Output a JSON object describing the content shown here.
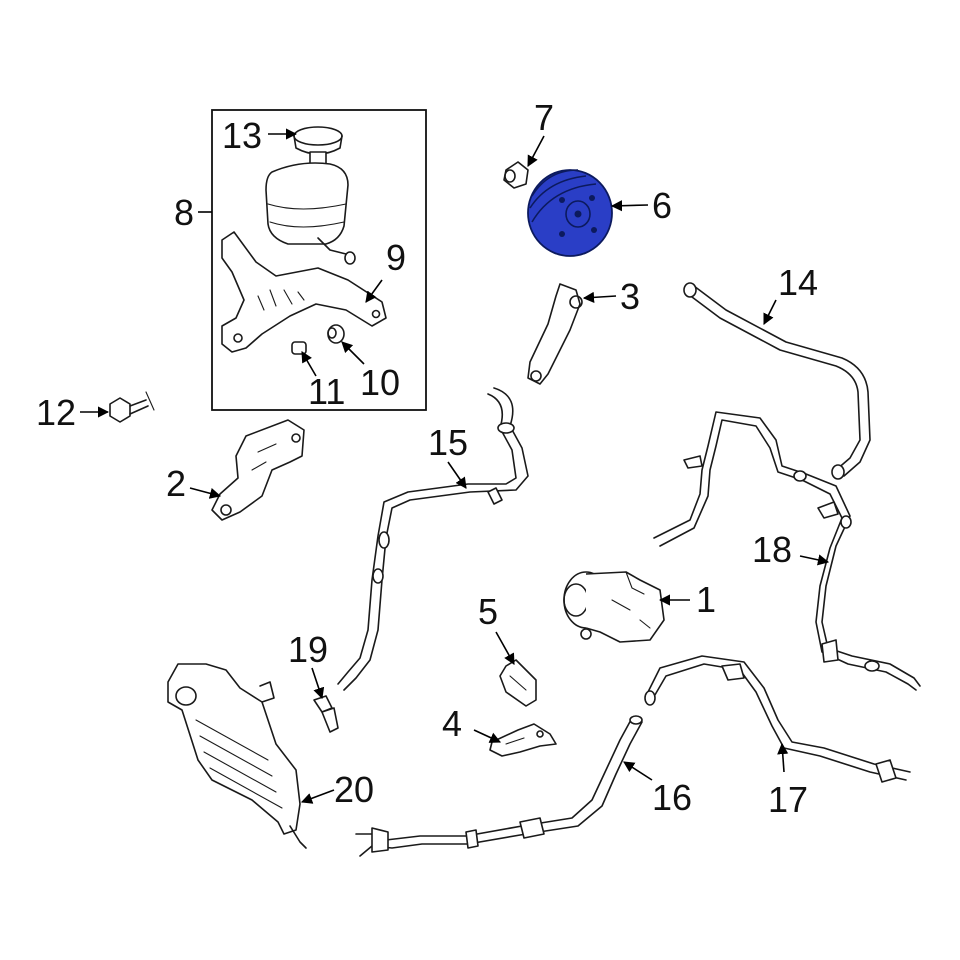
{
  "diagram": {
    "highlight_color": "#2a3ec6",
    "callouts": [
      {
        "id": "c1",
        "label": "1"
      },
      {
        "id": "c2",
        "label": "2"
      },
      {
        "id": "c3",
        "label": "3"
      },
      {
        "id": "c4",
        "label": "4"
      },
      {
        "id": "c5",
        "label": "5"
      },
      {
        "id": "c6",
        "label": "6"
      },
      {
        "id": "c7",
        "label": "7"
      },
      {
        "id": "c8",
        "label": "8"
      },
      {
        "id": "c9",
        "label": "9"
      },
      {
        "id": "c10",
        "label": "10"
      },
      {
        "id": "c11",
        "label": "11"
      },
      {
        "id": "c12",
        "label": "12"
      },
      {
        "id": "c13",
        "label": "13"
      },
      {
        "id": "c14",
        "label": "14"
      },
      {
        "id": "c15",
        "label": "15"
      },
      {
        "id": "c16",
        "label": "16"
      },
      {
        "id": "c17",
        "label": "17"
      },
      {
        "id": "c18",
        "label": "18"
      },
      {
        "id": "c19",
        "label": "19"
      },
      {
        "id": "c20",
        "label": "20"
      }
    ]
  }
}
